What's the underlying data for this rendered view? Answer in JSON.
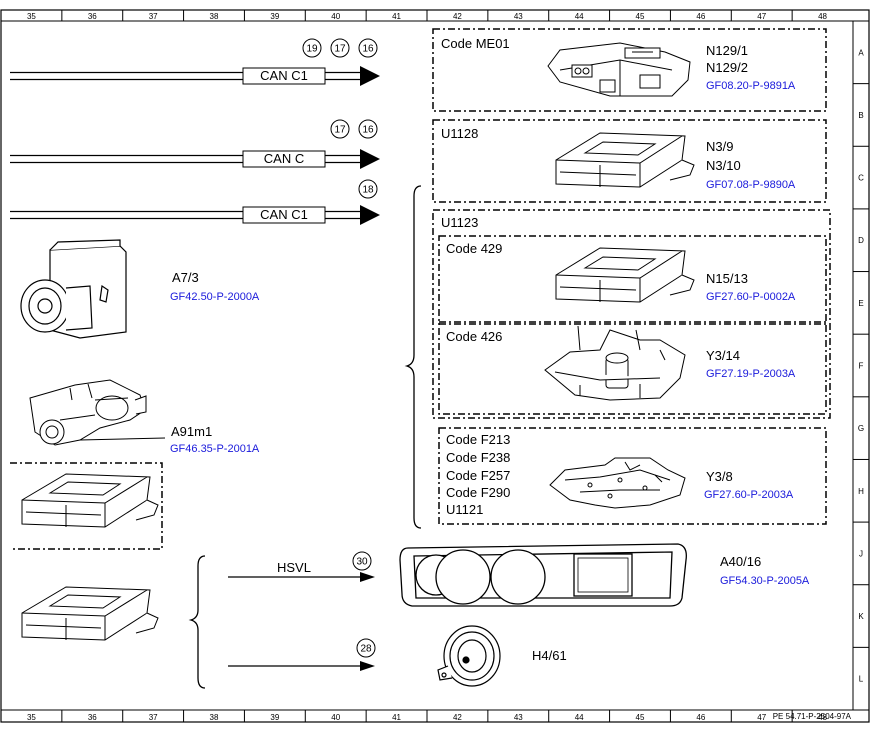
{
  "ruler": {
    "columns": [
      "35",
      "36",
      "37",
      "38",
      "39",
      "40",
      "41",
      "42",
      "43",
      "44",
      "45",
      "46",
      "47",
      "48"
    ],
    "rows": [
      "A",
      "B",
      "C",
      "D",
      "E",
      "F",
      "G",
      "H",
      "J",
      "K",
      "L"
    ]
  },
  "buses": [
    {
      "label": "CAN C1",
      "circles": [
        "19",
        "17",
        "16"
      ]
    },
    {
      "label": "CAN C",
      "circles": [
        "17",
        "16"
      ]
    },
    {
      "label": "CAN C1",
      "circles": [
        "18"
      ]
    }
  ],
  "boxes": {
    "me01": {
      "code": "Code ME01",
      "parts": [
        "N129/1",
        "N129/2"
      ],
      "ref": "GF08.20-P-9891A"
    },
    "u1128": {
      "code": "U1128",
      "parts": [
        "N3/9",
        "N3/10"
      ],
      "ref": "GF07.08-P-9890A"
    },
    "u1123": {
      "code": "U1123"
    },
    "c429": {
      "code": "Code 429",
      "part": "N15/13",
      "ref": "GF27.60-P-0002A"
    },
    "c426": {
      "code": "Code 426",
      "part": "Y3/14",
      "ref": "GF27.19-P-2003A"
    },
    "cf": {
      "codes": [
        "Code F213",
        "Code F238",
        "Code F257",
        "Code F290",
        "U1121"
      ],
      "part": "Y3/8",
      "ref": "GF27.60-P-2003A"
    }
  },
  "left_components": [
    {
      "part": "A7/3",
      "ref": "GF42.50-P-2000A"
    },
    {
      "part": "A91m1",
      "ref": "GF46.35-P-2001A"
    }
  ],
  "bottom": {
    "hsvl_label": "HSVL",
    "hsvl_circle": "30",
    "h4_circle": "28",
    "cluster": {
      "part": "A40/16",
      "ref": "GF54.30-P-2005A"
    },
    "speaker": {
      "part": "H4/61"
    }
  },
  "footer": "PE 54.71-P-2504-97A"
}
